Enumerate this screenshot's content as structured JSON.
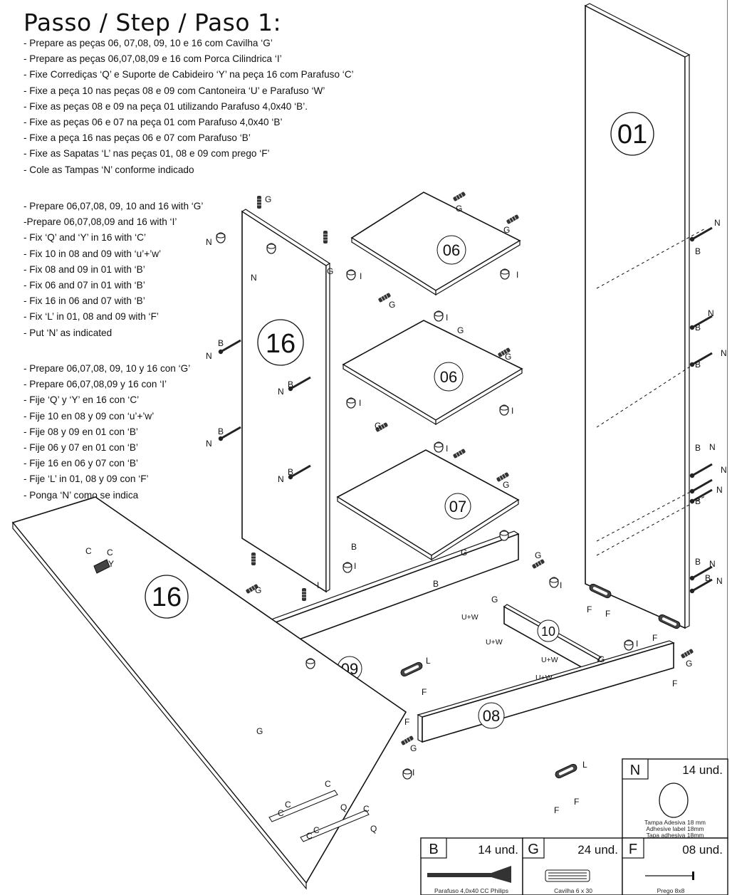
{
  "title": "Passo / Step / Paso 1:",
  "instructions_pt": [
    "- Prepare as peças 06, 07,08, 09, 10 e 16 com Cavilha ‘G’",
    "- Prepare as peças 06,07,08,09 e 16 com Porca Cilindrica ‘I’",
    "- Fixe Corrediças ‘Q’ e Suporte de Cabideiro ‘Y’ na peça 16 com Parafuso ‘C’",
    "- Fixe a peça 10 nas peças 08 e 09 com Cantoneira ‘U’ e Parafuso ‘W’",
    "- Fixe as peças 08 e 09 na peça 01 utilizando Parafuso 4,0x40 ‘B’.",
    "- Fixe as peças 06 e 07 na peça 01 com Parafuso 4,0x40 ‘B’",
    "- Fixe a peça 16 nas peças 06 e 07 com Parafuso ‘B’",
    "- Fixe as Sapatas ‘L’ nas peças 01, 08 e 09 com prego ‘F’",
    "- Cole as Tampas ‘N’ conforme indicado"
  ],
  "instructions_en": [
    "- Prepare 06,07,08, 09, 10 and 16 with ‘G’",
    "-Prepare 06,07,08,09 and 16 with ‘I’",
    "- Fix ‘Q’ and ‘Y’ in 16 with ‘C’",
    "- Fix 10 in 08 and 09 with ‘u’+’w’",
    "- Fix 08 and 09 in 01 with ‘B’",
    "- Fix 06 and 07 in 01 with ‘B’",
    "- Fix 16 in 06 and 07 with ‘B’",
    "- Fix ‘L’ in 01, 08 and 09 with ‘F’",
    "- Put ‘N’ as indicated"
  ],
  "instructions_es": [
    "- Prepare 06,07,08, 09, 10 y 16 con ‘G’",
    "- Prepare 06,07,08,09 y 16 con ‘I’",
    "- Fije ‘Q’ y ‘Y’ en 16 con ‘C’",
    "- Fije 10 en 08 y 09 con ‘u’+’w’",
    "- Fije 08 y 09 en 01 con ‘B’",
    "- Fije 06 y 07 en 01 con ‘B’",
    "- Fije 16 en 06 y 07 con ‘B’",
    "- Fije ‘L’ in 01, 08 y 09 con ‘F’",
    "- Ponga ‘N’ como se indica"
  ],
  "parts": {
    "p01": "01",
    "p16_upright": "16",
    "p06_top": "06",
    "p06_mid": "06",
    "p07": "07",
    "p09": "09",
    "p10": "10",
    "p08": "08",
    "p16_floor": "16"
  },
  "hardware_labels": {
    "G": "G",
    "I": "I",
    "B": "B",
    "N": "N",
    "F": "F",
    "L": "L",
    "C": "C",
    "Q": "Q",
    "Y": "Y",
    "UW": "U+W"
  },
  "hardware_boxes": {
    "N": {
      "letter": "N",
      "qty": "14 und.",
      "desc": [
        "Tampa Adesiva 18 mm",
        "Adhesive label 18mm",
        "Tapa adhesiva 18mm"
      ]
    },
    "B": {
      "letter": "B",
      "qty": "14 und.",
      "desc": "Parafuso 4,0x40 CC Philips"
    },
    "G": {
      "letter": "G",
      "qty": "24 und.",
      "desc": "Cavilha 6 x 30"
    },
    "F": {
      "letter": "F",
      "qty": "08 und.",
      "desc": "Prego 8x8"
    }
  }
}
